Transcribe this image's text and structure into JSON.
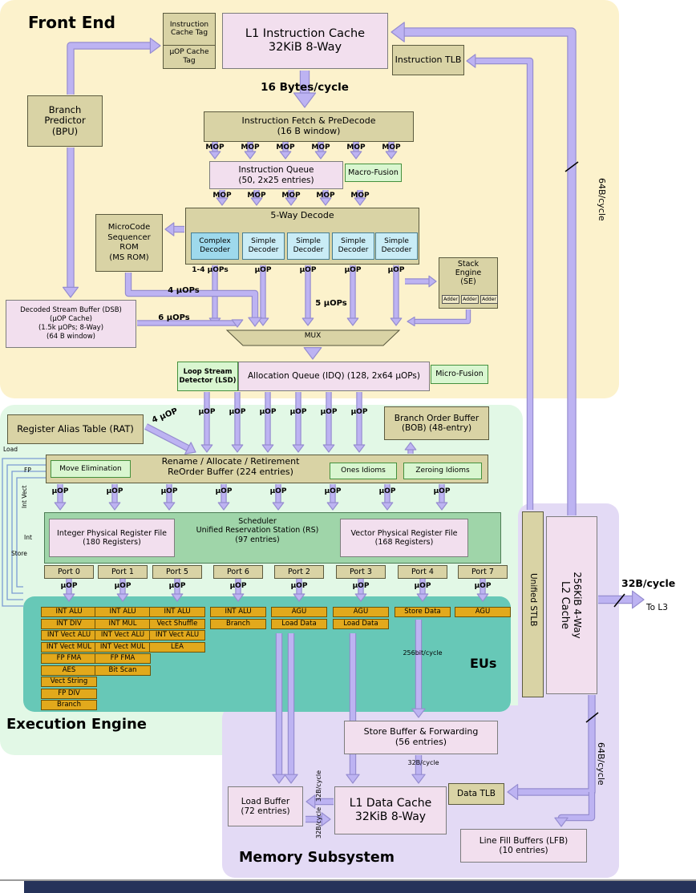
{
  "titles": {
    "front_end": "Front End",
    "execution_engine": "Execution Engine",
    "memory_subsystem": "Memory Subsystem",
    "eus": "EUs"
  },
  "front_end": {
    "icache_tag": {
      "top": "Instruction Cache Tag",
      "bottom": "µOP Cache Tag"
    },
    "l1i": {
      "line1": "L1 Instruction Cache",
      "line2": "32KiB 8-Way"
    },
    "itlb": "Instruction TLB",
    "fetch_rate": "16 Bytes/cycle",
    "bpu": {
      "line1": "Branch Predictor",
      "line2": "(BPU)"
    },
    "fetch": {
      "line1": "Instruction Fetch & PreDecode",
      "line2": "(16 B window)"
    },
    "iq": {
      "line1": "Instruction Queue",
      "line2": "(50, 2x25 entries)"
    },
    "macro_fusion": "Macro-Fusion",
    "decode_title": "5-Way Decode",
    "decoders": [
      {
        "line1": "Complex",
        "line2": "Decoder"
      },
      {
        "line1": "Simple",
        "line2": "Decoder"
      },
      {
        "line1": "Simple",
        "line2": "Decoder"
      },
      {
        "line1": "Simple",
        "line2": "Decoder"
      },
      {
        "line1": "Simple",
        "line2": "Decoder"
      }
    ],
    "msrom": {
      "lines": [
        "MicroCode",
        "Sequencer",
        "ROM",
        "(MS ROM)"
      ]
    },
    "stack_engine": {
      "lines": [
        "Stack",
        "Engine",
        "(SE)"
      ],
      "adders": [
        "Adder",
        "Adder",
        "Adder"
      ]
    },
    "uops_4": "4 µOPs",
    "uops_5": "5 µOPs",
    "uops_6": "6 µOPs",
    "dsb": {
      "lines": [
        "Decoded Stream Buffer (DSB)",
        "(µOP Cache)",
        "(1.5k µOPs; 8-Way)",
        "(64 B window)"
      ]
    },
    "mux": "MUX",
    "lsd": {
      "line1": "Loop Stream",
      "line2": "Detector (LSD)"
    },
    "idq": "Allocation Queue (IDQ) (128, 2x64 µOPs)",
    "micro_fusion": "Micro-Fusion"
  },
  "execution": {
    "rat": "Register Alias Table (RAT)",
    "rat_uops": "4 µOP",
    "bob": {
      "line1": "Branch Order Buffer",
      "line2": "(BOB) (48-entry)"
    },
    "move_elimination": "Move Elimination",
    "rename": {
      "line1": "Rename / Allocate / Retirement",
      "line2": "ReOrder Buffer (224 entries)"
    },
    "ones_idioms": "Ones Idioms",
    "zeroing_idioms": "Zeroing Idioms",
    "scheduler": {
      "line1": "Scheduler",
      "line2": "Unified Reservation Station (RS)",
      "line3": "(97 entries)"
    },
    "int_prf": {
      "line1": "Integer Physical Register File",
      "line2": "(180 Registers)"
    },
    "vec_prf": {
      "line1": "Vector Physical Register File",
      "line2": "(168 Registers)"
    },
    "ports": [
      {
        "name": "Port 0",
        "units": [
          "INT ALU",
          "INT DIV",
          "INT Vect ALU",
          "INT Vect MUL",
          "FP FMA",
          "AES",
          "Vect String",
          "FP DIV",
          "Branch"
        ]
      },
      {
        "name": "Port 1",
        "units": [
          "INT ALU",
          "INT MUL",
          "INT Vect ALU",
          "INT Vect MUL",
          "FP FMA",
          "Bit Scan"
        ]
      },
      {
        "name": "Port 5",
        "units": [
          "INT ALU",
          "Vect Shuffle",
          "INT Vect ALU",
          "LEA"
        ]
      },
      {
        "name": "Port 6",
        "units": [
          "INT ALU",
          "Branch"
        ]
      },
      {
        "name": "Port 2",
        "units": [
          "AGU",
          "Load Data"
        ]
      },
      {
        "name": "Port 3",
        "units": [
          "AGU",
          "Load Data"
        ]
      },
      {
        "name": "Port 4",
        "units": [
          "Store Data"
        ]
      },
      {
        "name": "Port 7",
        "units": [
          "AGU"
        ]
      }
    ],
    "store_rate": "256bit/cycle",
    "side_labels": [
      "Load",
      "FP",
      "Int Vect",
      "Int",
      "Store"
    ]
  },
  "memory": {
    "store_buffer": {
      "line1": "Store Buffer & Forwarding",
      "line2": "(56 entries)"
    },
    "load_buffer": {
      "line1": "Load Buffer",
      "line2": "(72 entries)"
    },
    "l1d": {
      "line1": "L1 Data Cache",
      "line2": "32KiB 8-Way"
    },
    "dtlb": "Data TLB",
    "lfb": {
      "line1": "Line Fill Buffers (LFB)",
      "line2": "(10 entries)"
    },
    "rate_32b": "32B/cycle"
  },
  "right_side": {
    "stlb": "Unified STLB",
    "l2": {
      "line1": "L2 Cache",
      "line2": "256KiB 4-Way"
    },
    "rate_64b": "64B/cycle",
    "rate_32b": "32B/cycle",
    "to_l3": "To L3"
  },
  "label_rows": {
    "fetch_out": [
      "MOP",
      "MOP",
      "MOP",
      "MOP",
      "MOP",
      "MOP"
    ],
    "iq_out": [
      "MOP",
      "MOP",
      "MOP",
      "MOP",
      "MOP"
    ],
    "decode_out": [
      "1-4 µOPs",
      "µOP",
      "µOP",
      "µOP",
      "µOP"
    ],
    "idq_out": [
      "µOP",
      "µOP",
      "µOP",
      "µOP",
      "µOP",
      "µOP"
    ],
    "rename_out": [
      "µOP",
      "µOP",
      "µOP",
      "µOP",
      "µOP",
      "µOP",
      "µOP",
      "µOP"
    ],
    "ports_out": [
      "µOP",
      "µOP",
      "µOP",
      "µOP",
      "µOP",
      "µOP",
      "µOP",
      "µOP"
    ]
  },
  "colors": {
    "arrow": "#bdb3f2",
    "arrow_edge": "#968dd0",
    "front_end_bg": "#fcf2cc",
    "execution_bg": "#e2f8e6",
    "memory_bg": "#e3daf5",
    "eus_bg": "#67c8b7",
    "tan_box": "#d9d3a5",
    "pink_box": "#f2dfee",
    "green_box": "#d9f6d0",
    "gold_box": "#e2a91c"
  }
}
